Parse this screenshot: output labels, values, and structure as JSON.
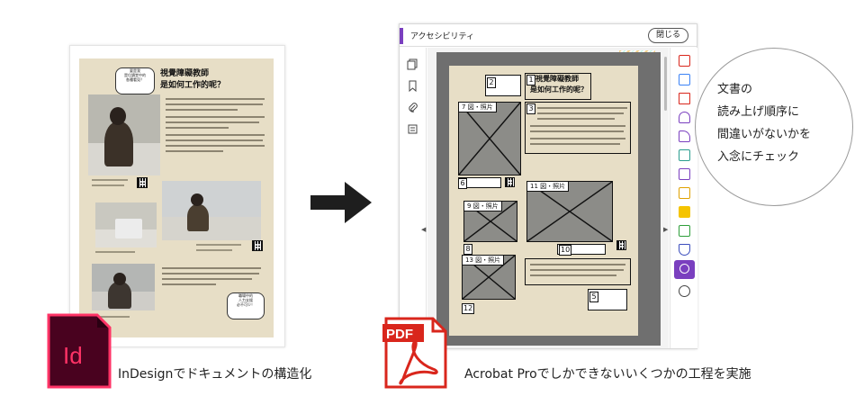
{
  "indesign_doc": {
    "bubble_top": "要是我\n是位讀堂中的\n各種看見？",
    "heading_line1": "視覺障礙教師",
    "heading_line2": "是如何工作的呢？",
    "bubble_bottom": "職場中的\n人力支援\n必不可少！"
  },
  "acrobat": {
    "title": "アクセシビリティ",
    "close_label": "閉じる",
    "tags": [
      "1",
      "2",
      "3",
      "5",
      "6",
      "8",
      "10",
      "12"
    ],
    "image_tags": [
      "7",
      "9",
      "11",
      "13"
    ],
    "image_tag_label": "図・照片"
  },
  "callout": {
    "lines": [
      "文書の",
      "読み上げ順序に",
      "間違いがないかを",
      "入念にチェック"
    ]
  },
  "labels": {
    "indesign_caption": "InDesignでドキュメントの構造化",
    "acrobat_caption": "Acrobat Proでしかできないいくつかの工程を実施",
    "id_logo_text": "Id",
    "pdf_logo_text": "PDF"
  },
  "colors": {
    "indesign_brand": "#49021f",
    "indesign_accent": "#ff3366",
    "acrobat_red": "#d9261c",
    "acrobat_purple": "#7a3fbf",
    "paper_beige": "#e7dec6"
  }
}
